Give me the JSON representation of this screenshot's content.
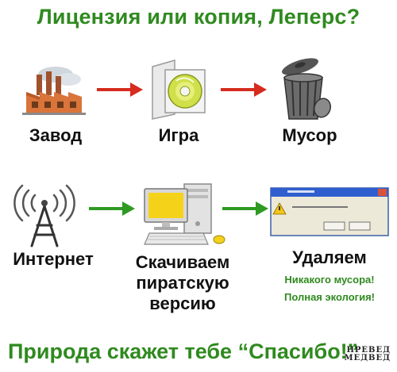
{
  "title": "Лицензия или копия, Леперс?",
  "row1": {
    "labels": [
      "Завод",
      "Игра",
      "Мусор"
    ],
    "icons": [
      "factory-icon",
      "game-disc-icon",
      "trash-can-icon"
    ],
    "arrow_color": "#d62b1f"
  },
  "row2": {
    "labels": [
      "Интернет",
      "Скачиваем",
      "пиратскую",
      "версию",
      "Удаляем"
    ],
    "notes": [
      "Никакого мусора!",
      "Полная экология!"
    ],
    "icons": [
      "radio-tower-icon",
      "desktop-computer-icon",
      "delete-dialog-icon"
    ],
    "arrow_color": "#2f9a22"
  },
  "footer": "Природа скажет тебе “Спасибо!”",
  "watermark": [
    "ПРЕВЕД",
    "МЕДВЕД"
  ],
  "colors": {
    "green": "#2f8a1f",
    "red": "#d62b1f"
  }
}
